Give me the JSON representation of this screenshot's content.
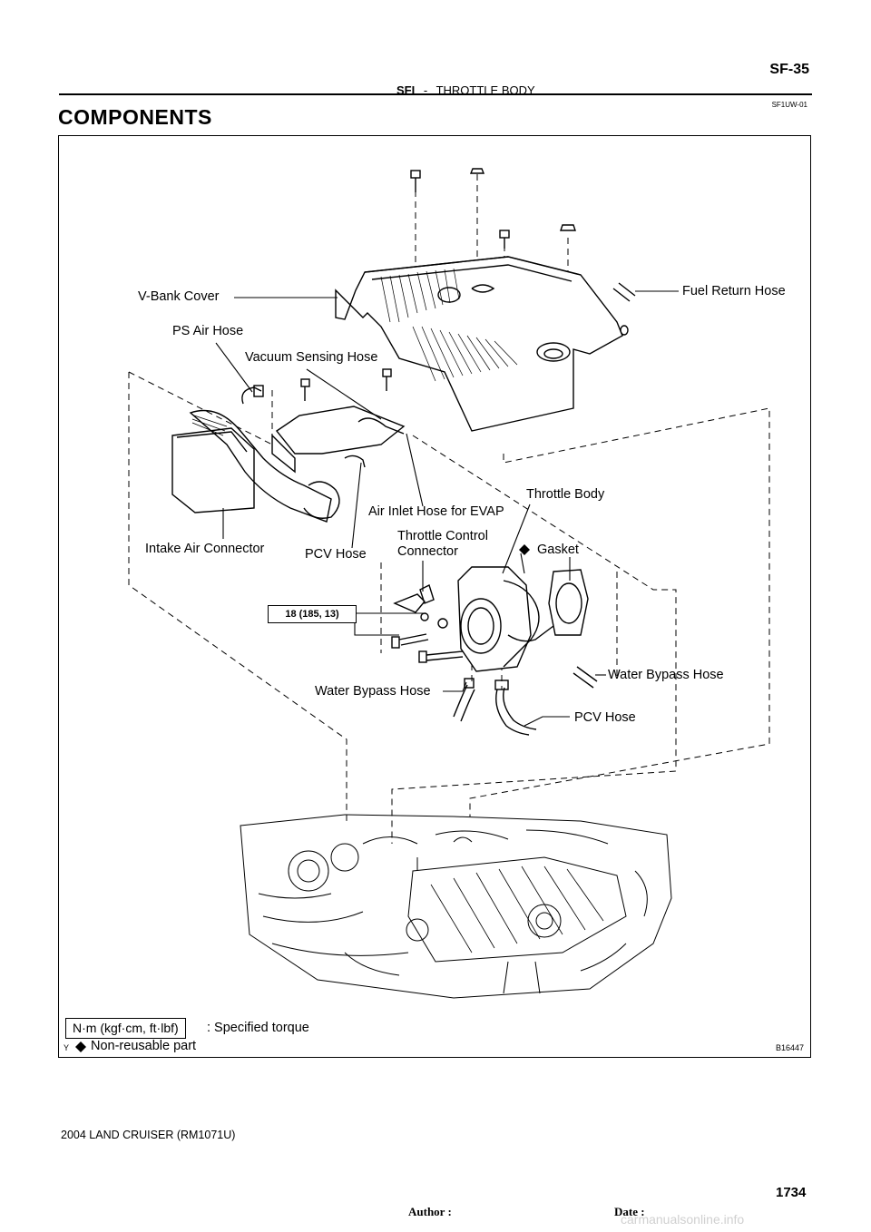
{
  "header": {
    "section": "SFI",
    "separator": "-",
    "title": "THROTTLE BODY",
    "page_code": "SF-35",
    "doc_code": "SF1UW-01"
  },
  "heading": "COMPONENTS",
  "figure": {
    "id": "B16447",
    "labels": {
      "v_bank_cover": "V-Bank  Cover",
      "fuel_return_hose": "Fuel Return Hose",
      "ps_air_hose": "PS Air Hose",
      "vacuum_sensing_hose": "Vacuum Sensing Hose",
      "throttle_body": "Throttle Body",
      "air_inlet_hose": "Air Inlet Hose for EVAP",
      "throttle_control_connector_1": "Throttle Control",
      "throttle_control_connector_2": "Connector",
      "gasket": "Gasket",
      "intake_air_connector": "Intake Air Connector",
      "pcv_hose_upper": "PCV Hose",
      "torque_value": "18 (185, 13)",
      "water_bypass_hose_right": "Water Bypass Hose",
      "water_bypass_hose_left": "Water Bypass Hose",
      "pcv_hose_lower": "PCV Hose"
    },
    "legend": {
      "torque_unit": "N·m (kgf·cm, ft·lbf)",
      "torque_text": ": Specified torque",
      "nonreusable_text": "Non-reusable part",
      "mark": "Y"
    }
  },
  "footer": {
    "vehicle": "2004 LAND CRUISER   (RM1071U)",
    "author_label": "Author :",
    "date_label": "Date :",
    "page_number": "1734",
    "watermark": "carmanualsonline.info"
  }
}
